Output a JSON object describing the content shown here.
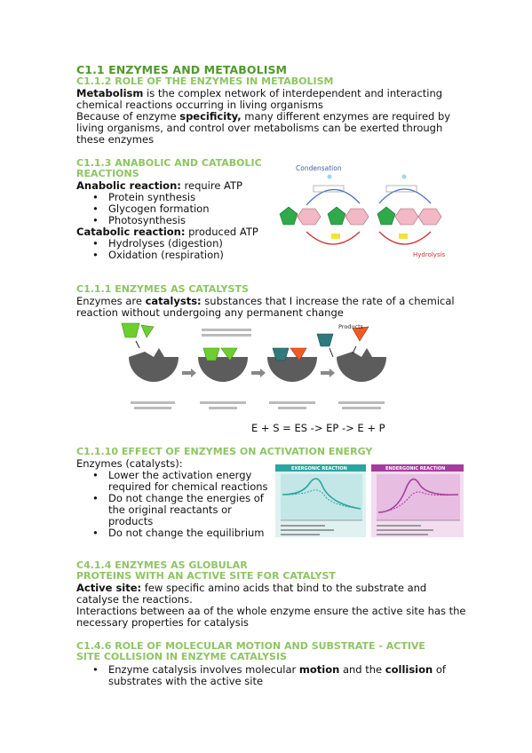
{
  "title": "C1.1 ENZYMES AND METABOLISM",
  "s1": {
    "heading": "C1.1.2 ROLE OF THE ENZYMES IN METABOLISM",
    "l1_bold": "Metabolism",
    "l1_rest": " is the complex network of interdependent and interacting",
    "l2": "chemical reactions occurring in living organisms",
    "l3_a": "Because of enzyme ",
    "l3_bold": "specificity,",
    "l3_b": " many different enzymes are required by",
    "l4": "living organisms, and control over metabolisms can be exerted through",
    "l5": "these enzymes"
  },
  "s2": {
    "heading1": "C1.1.3 ANABOLIC AND CATABOLIC",
    "heading2": "REACTIONS",
    "anabolic_bold": "Anabolic reaction:",
    "anabolic_rest": " require ATP",
    "anabolic_items": [
      "Protein synthesis",
      "Glycogen formation",
      "Photosynthesis"
    ],
    "catabolic_bold": "Catabolic reaction:",
    "catabolic_rest": " produced ATP",
    "catabolic_items": [
      "Hydrolyses (digestion)",
      "Oxidation (respiration)"
    ],
    "fig_condensation": "Condensation",
    "fig_hydrolysis": "Hydrolysis"
  },
  "s3": {
    "heading": "C1.1.1  ENZYMES AS CATALYSTS",
    "l1_a": "Enzymes are ",
    "l1_bold": "catalysts:",
    "l1_b": " substances that I increase the rate of a chemical",
    "l2": "reaction without undergoing any permanent change",
    "fig_products": "Products",
    "equation": "E + S = ES -> EP -> E + P"
  },
  "s4": {
    "heading": "C1.1.10  EFFECT OF ENZYMES ON ACTIVATION ENERGY",
    "intro": "Enzymes (catalysts):",
    "items": [
      [
        "Lower the activation energy",
        "required for chemical reactions"
      ],
      [
        "Do not change the energies of",
        "the original reactants or",
        "products"
      ],
      [
        "Do not change the equilibrium"
      ]
    ],
    "fig_exergonic": "EXERGONIC REACTION",
    "fig_endergonic": "ENDERGONIC REACTION"
  },
  "s5": {
    "heading1": "C4.1.4 ENZYMES AS GLOBULAR",
    "heading2": "PROTEINS WITH AN ACTIVE SITE FOR CATALYST",
    "l1_bold": "Active site:",
    "l1_rest": " few specific amino acids that bind to the substrate and",
    "l2": "catalyse the reactions.",
    "l3": "Interactions between aa of the whole enzyme ensure the active site has the",
    "l4": "necessary properties for catalysis"
  },
  "s6": {
    "heading1": "C1.4.6  ROLE OF MOLECULAR MOTION AND SUBSTRATE - ACTIVE",
    "heading2": "SITE COLLISION IN ENZYME CATALYSIS",
    "b1_a": "Enzyme catalysis involves molecular ",
    "b1_bold1": "motion",
    "b1_b": " and the ",
    "b1_bold2": "collision",
    "b1_c": " of",
    "b2": "substrates with the active site"
  }
}
